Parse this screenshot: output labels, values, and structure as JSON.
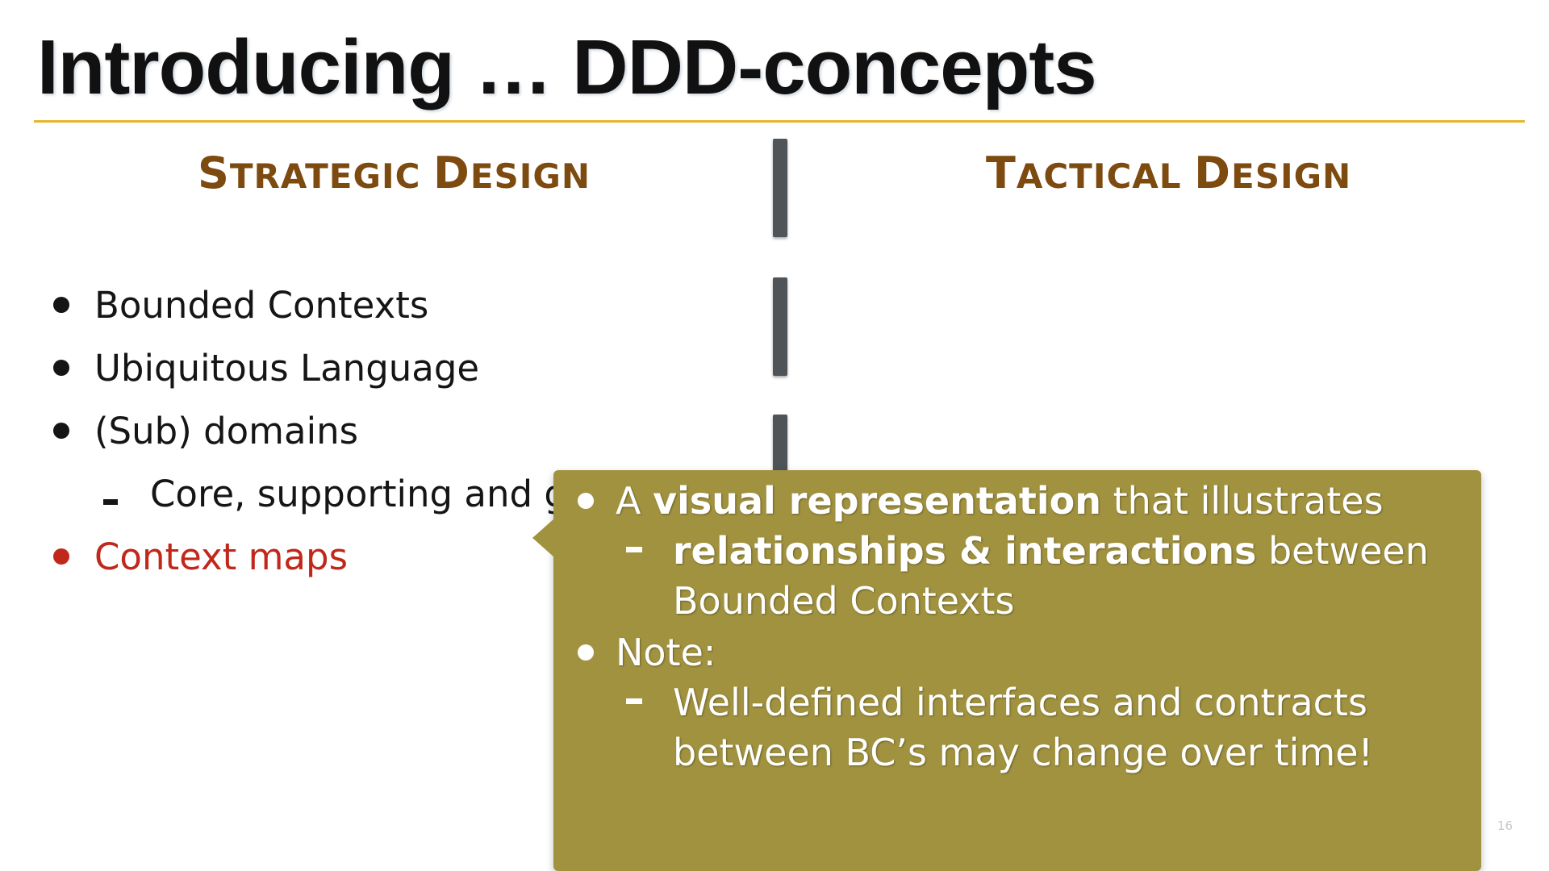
{
  "slide": {
    "title": "Introducing … DDD-concepts",
    "page_number": "16"
  },
  "columns": {
    "left": {
      "heading_initial_1": "S",
      "heading_rest_1": "TRATEGIC ",
      "heading_initial_2": "D",
      "heading_rest_2": "ESIGN"
    },
    "right": {
      "heading_initial_1": "T",
      "heading_rest_1": "ACTICAL ",
      "heading_initial_2": "D",
      "heading_rest_2": "ESIGN"
    }
  },
  "bullets": [
    {
      "text": "Bounded Contexts"
    },
    {
      "text": "Ubiquitous Language"
    },
    {
      "text": "(Sub) domains"
    },
    {
      "text": "Core, supporting and g",
      "level": 2
    },
    {
      "text": "Context maps",
      "highlight_color": "#c0281b"
    }
  ],
  "callout": {
    "line1_prefix": "A ",
    "line1_bold": "visual representation",
    "line1_suffix": " that illustrates",
    "line2_bold": "relationships & interactions",
    "line2_suffix": " between",
    "line3": "Bounded Contexts",
    "line4": "Note:",
    "line5": "Well-defined interfaces and contracts",
    "line6": "between BC’s may change over time!",
    "background_color": "#a1923f"
  },
  "colors": {
    "title_rule": "#e8b52a",
    "heading": "#7d4a0f",
    "divider": "#4f5459"
  }
}
